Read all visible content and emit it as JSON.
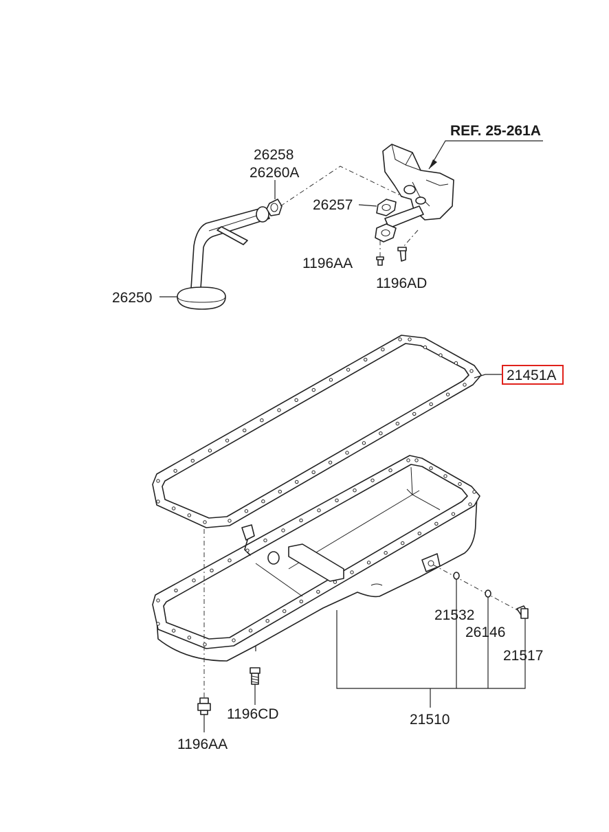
{
  "diagram": {
    "ref_label": "REF. 25-261A",
    "labels": {
      "p26258": "26258",
      "p26260A": "26260A",
      "p26257": "26257",
      "p1196AA_top": "1196AA",
      "p1196AD": "1196AD",
      "p26250": "26250",
      "p21451A": "21451A",
      "p21532": "21532",
      "p26146": "26146",
      "p21517": "21517",
      "p1196CD": "1196CD",
      "p21510": "21510",
      "p1196AA_bottom": "1196AA"
    },
    "highlighted_part": "21451A",
    "highlight_color": "#e0211b"
  }
}
